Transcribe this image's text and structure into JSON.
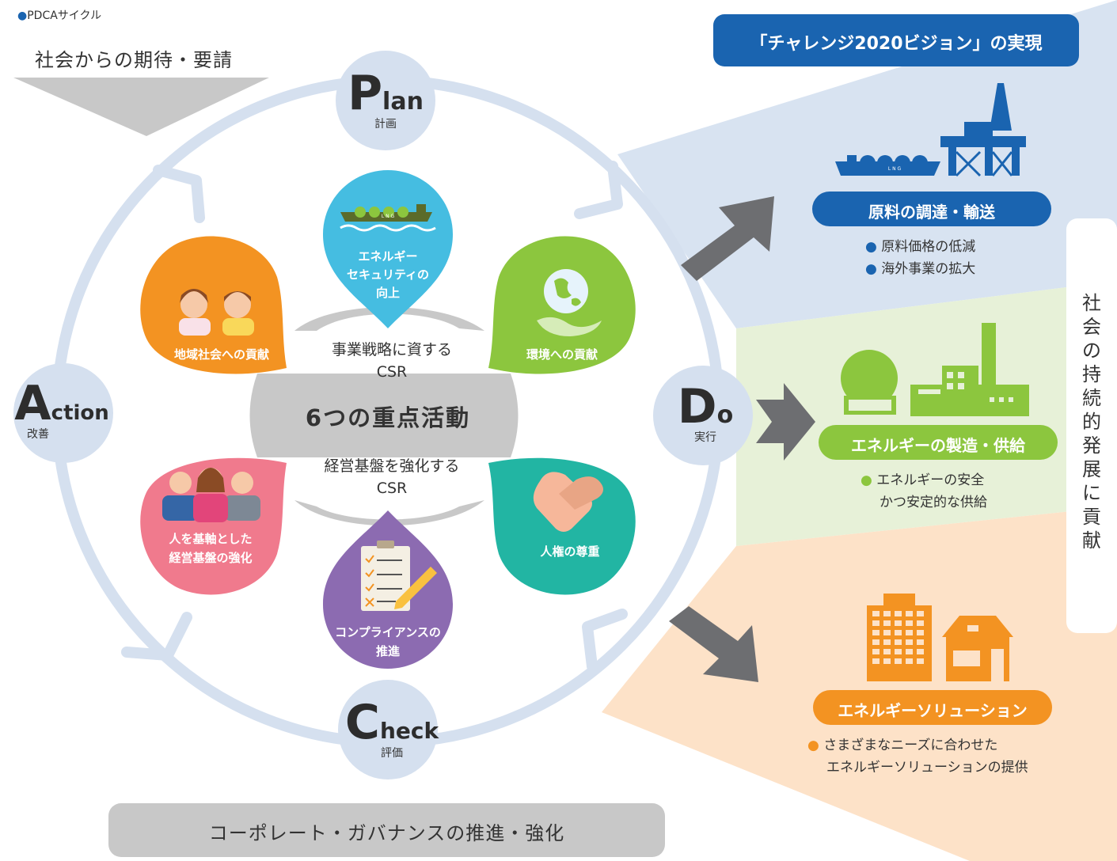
{
  "header": {
    "label": "PDCAサイクル",
    "expectation": "社会からの期待・要請"
  },
  "pdca": {
    "plan": {
      "letter": "P",
      "rest": "lan",
      "jp": "計画"
    },
    "do": {
      "letter": "D",
      "rest": "o",
      "jp": "実行"
    },
    "check": {
      "letter": "C",
      "rest": "heck",
      "jp": "評価"
    },
    "action": {
      "letter": "A",
      "rest": "ction",
      "jp": "改善"
    }
  },
  "center": {
    "title": "6つの重点活動",
    "upper_line1": "事業戦略に資する",
    "upper_line2": "CSR",
    "lower_line1": "経営基盤を強化する",
    "lower_line2": "CSR"
  },
  "activities": {
    "energy_security": {
      "line1": "エネルギー",
      "line2": "セキュリティの",
      "line3": "向上",
      "ship_label": "L N G"
    },
    "environment": "環境への貢献",
    "human_rights": "人権の尊重",
    "compliance": {
      "line1": "コンプライアンスの",
      "line2": "推進"
    },
    "people": {
      "line1": "人を基軸とした",
      "line2": "経営基盤の強化"
    },
    "community": "地域社会への貢献"
  },
  "footer": {
    "governance": "コーポレート・ガバナンスの推進・強化"
  },
  "vision": {
    "title": "「チャレンジ2020ビジョン」の実現",
    "vertical_label": [
      "社",
      "会",
      "の",
      "持",
      "続",
      "的",
      "発",
      "展",
      "に",
      "貢",
      "献"
    ]
  },
  "sections": {
    "procurement": {
      "title": "原料の調達・輸送",
      "bullets": [
        "原料価格の低減",
        "海外事業の拡大"
      ],
      "ship_label": "L N G"
    },
    "production": {
      "title": "エネルギーの製造・供給",
      "bullet_line1": "エネルギーの安全",
      "bullet_line2": "かつ安定的な供給"
    },
    "solution": {
      "title": "エネルギーソリューション",
      "bullet_line1": "さまざまなニーズに合わせた",
      "bullet_line2": "エネルギーソリューションの提供"
    }
  },
  "colors": {
    "blue_dark": "#1a64b0",
    "green": "#8cc63e",
    "orange": "#f39322",
    "ring": "#d5e0ef",
    "grey": "#c8c8c8"
  }
}
